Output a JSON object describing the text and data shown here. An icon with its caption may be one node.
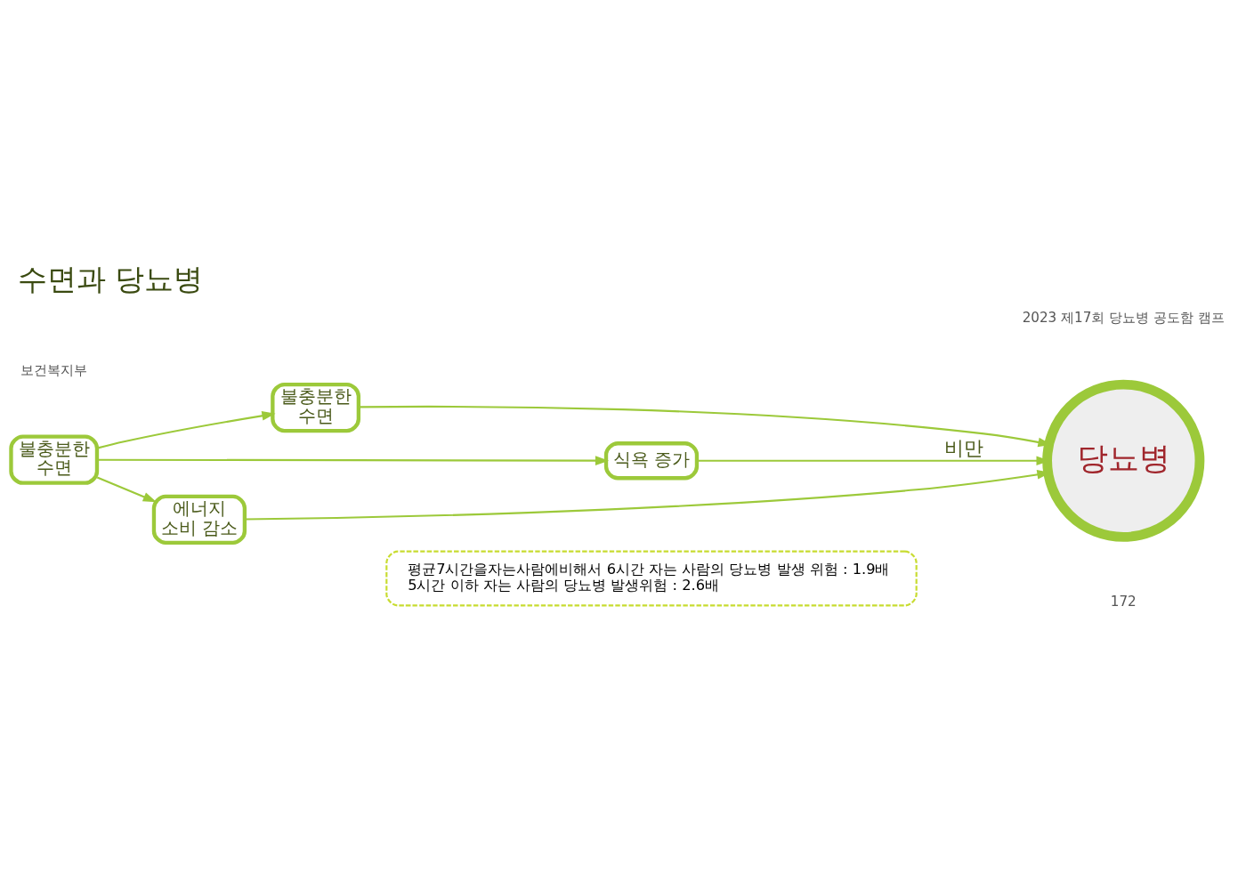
{
  "diagram": {
    "title": "수면과 당뇨병",
    "nodes": [
      {
        "text": [
          "불충분한 수면"
        ]
      },
      {
        "text": [
          "불충분한 수면"
        ]
      },
      {
        "text": [
          "식욕 증가"
        ]
      },
      {
        "text": [
          "에너지 소비 감소"
        ]
      },
      {
        "text": [
          "당뇨병"
        ]
      },
      {
        "text": [
          "평균7시간을자는사람에비해서 6시간 자는 사람의 당뇨병 발생 위험 : 1.9배",
          "5시간 이하 자는 사람의 당뇨병 발생위험 : 2.6배"
        ]
      }
    ],
    "edges": [
      {
        "from": 0,
        "to": 1,
        "arrow": "to"
      },
      {
        "from": 0,
        "to": 2,
        "arrow": "to"
      },
      {
        "from": 0,
        "to": 3,
        "arrow": "to"
      },
      {
        "from": 1,
        "to": 4,
        "arrow": "to"
      },
      {
        "from": 2,
        "to": 4,
        "arrow": "to",
        "label": "비만"
      },
      {
        "from": 3,
        "to": 4,
        "arrow": "to"
      }
    ],
    "labels": [
      "보건복지부",
      "2023 제17회 당뇨병 공도함 캠프",
      "172"
    ]
  }
}
